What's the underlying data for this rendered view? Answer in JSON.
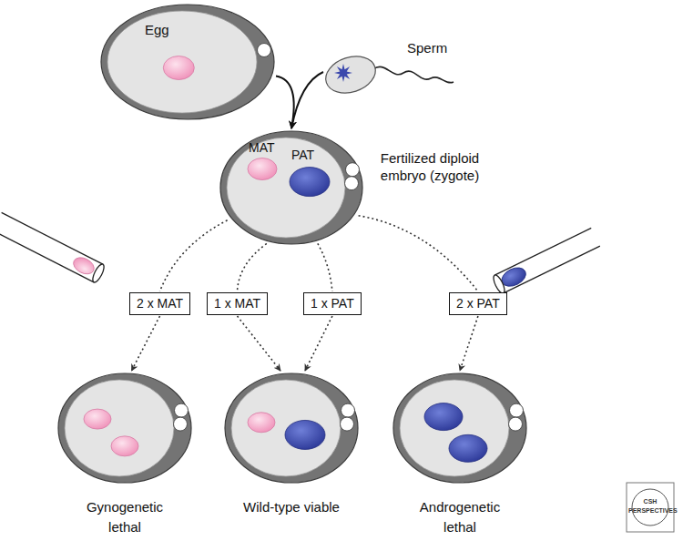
{
  "diagram": {
    "nodes": [
      {
        "text": [
          "Egg"
        ]
      },
      {
        "text": [
          "Sperm"
        ]
      },
      {
        "text": [
          "Fertilized diploid embryo (zygote)"
        ]
      },
      {
        "text": [
          "2 x MAT"
        ]
      },
      {
        "text": [
          "1 x MAT"
        ]
      },
      {
        "text": [
          "1 x PAT"
        ]
      },
      {
        "text": [
          "2 x PAT"
        ]
      },
      {
        "text": [
          "Gynogenetic lethal"
        ]
      },
      {
        "text": [
          "Wild-type viable"
        ]
      },
      {
        "text": [
          "Androgenetic lethal"
        ]
      }
    ],
    "edges": [
      {
        "from": 0,
        "to": 2,
        "arrow": "to"
      },
      {
        "from": 1,
        "to": 2,
        "arrow": "to"
      },
      {
        "from": 2,
        "to": 3,
        "arrow": "none"
      },
      {
        "from": 2,
        "to": 4,
        "arrow": "none"
      },
      {
        "from": 2,
        "to": 5,
        "arrow": "none"
      },
      {
        "from": 2,
        "to": 6,
        "arrow": "none"
      },
      {
        "from": 3,
        "to": 7,
        "arrow": "to"
      },
      {
        "from": 4,
        "to": 8,
        "arrow": "to"
      },
      {
        "from": 5,
        "to": 8,
        "arrow": "to"
      },
      {
        "from": 6,
        "to": 9,
        "arrow": "to"
      }
    ],
    "labels": [
      "MAT",
      "PAT",
      "CSH PERSPECTIVES"
    ]
  }
}
